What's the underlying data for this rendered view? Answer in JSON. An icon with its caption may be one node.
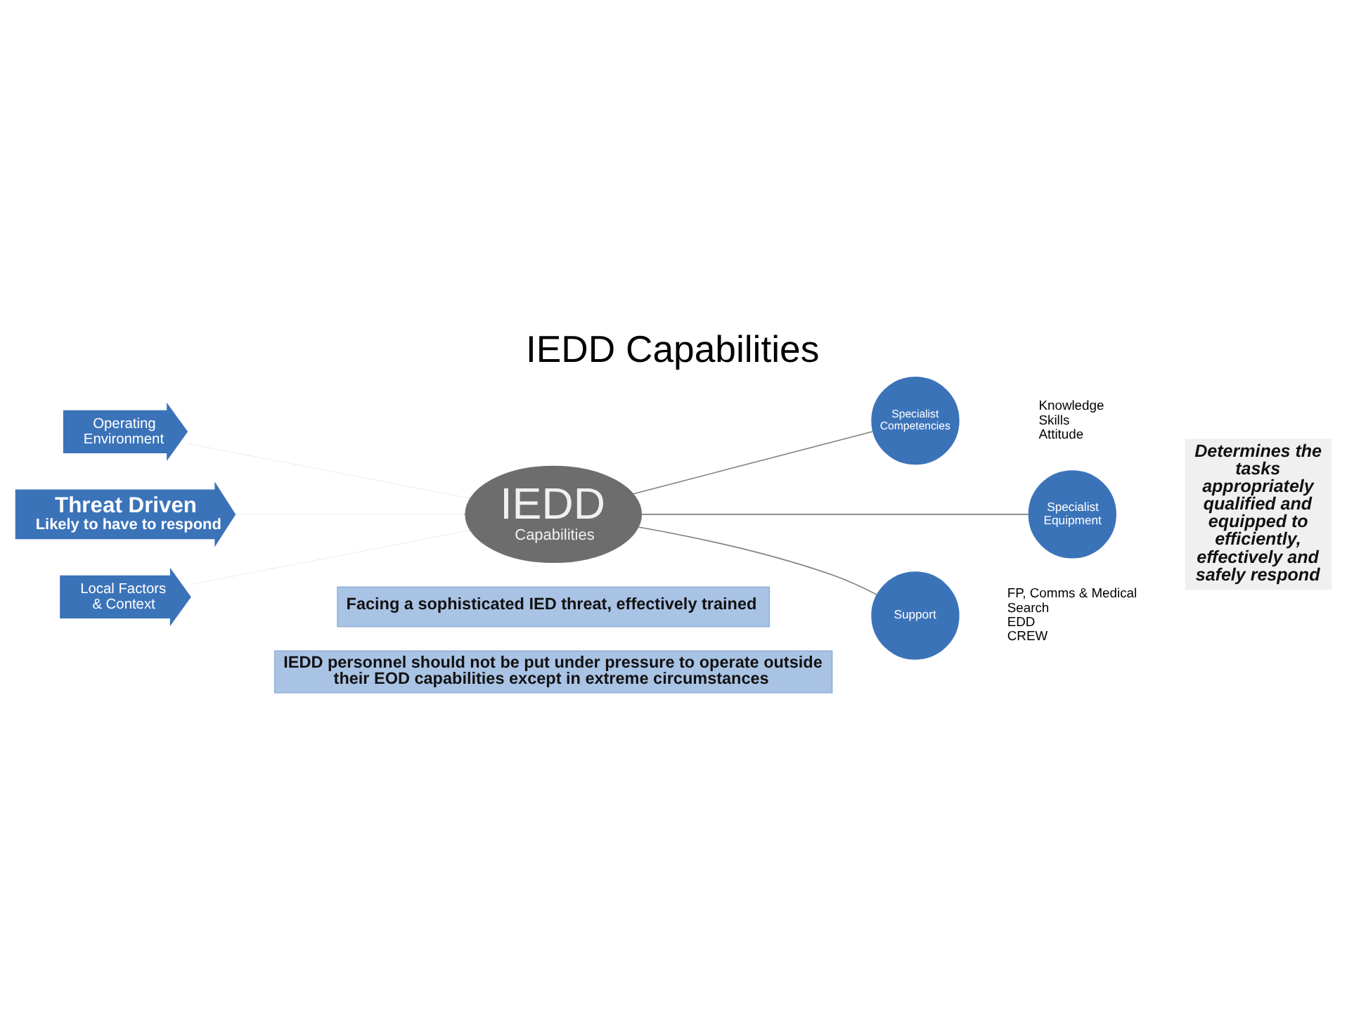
{
  "diagram": {
    "title": "IEDD Capabilities",
    "nodes": [
      {
        "text": [
          "Operating Environment"
        ]
      },
      {
        "text": [
          "Threat Driven",
          "Likely to have to respond"
        ]
      },
      {
        "text": [
          "Local Factors & Context"
        ]
      },
      {
        "text": [
          "IEDD",
          "Capabilities"
        ]
      },
      {
        "text": [
          "Specialist Competencies"
        ],
        "beside": [
          "Knowledge",
          "Skills",
          "Attitude"
        ]
      },
      {
        "text": [
          "Specialist Equipment"
        ]
      },
      {
        "text": [
          "Support"
        ],
        "beside": [
          "FP, Comms & Medical",
          "Search",
          "EDD",
          "CREW"
        ]
      },
      {
        "text": [
          "Determines the tasks appropriately qualified and equipped to efficiently, effectively and safely respond"
        ]
      },
      {
        "text": [
          "Facing a sophisticated IED threat, effectively trained"
        ]
      },
      {
        "text": [
          "IEDD personnel should not be put under pressure to operate outside their EOD capabilities except in extreme circumstances"
        ]
      }
    ],
    "edges": [
      {
        "from": 0,
        "to": 3,
        "arrow": "to"
      },
      {
        "from": 1,
        "to": 3,
        "arrow": "to"
      },
      {
        "from": 2,
        "to": 3,
        "arrow": "to"
      },
      {
        "from": 3,
        "to": 4,
        "arrow": "none"
      },
      {
        "from": 3,
        "to": 5,
        "arrow": "none"
      },
      {
        "from": 3,
        "to": 6,
        "arrow": "none"
      }
    ]
  }
}
